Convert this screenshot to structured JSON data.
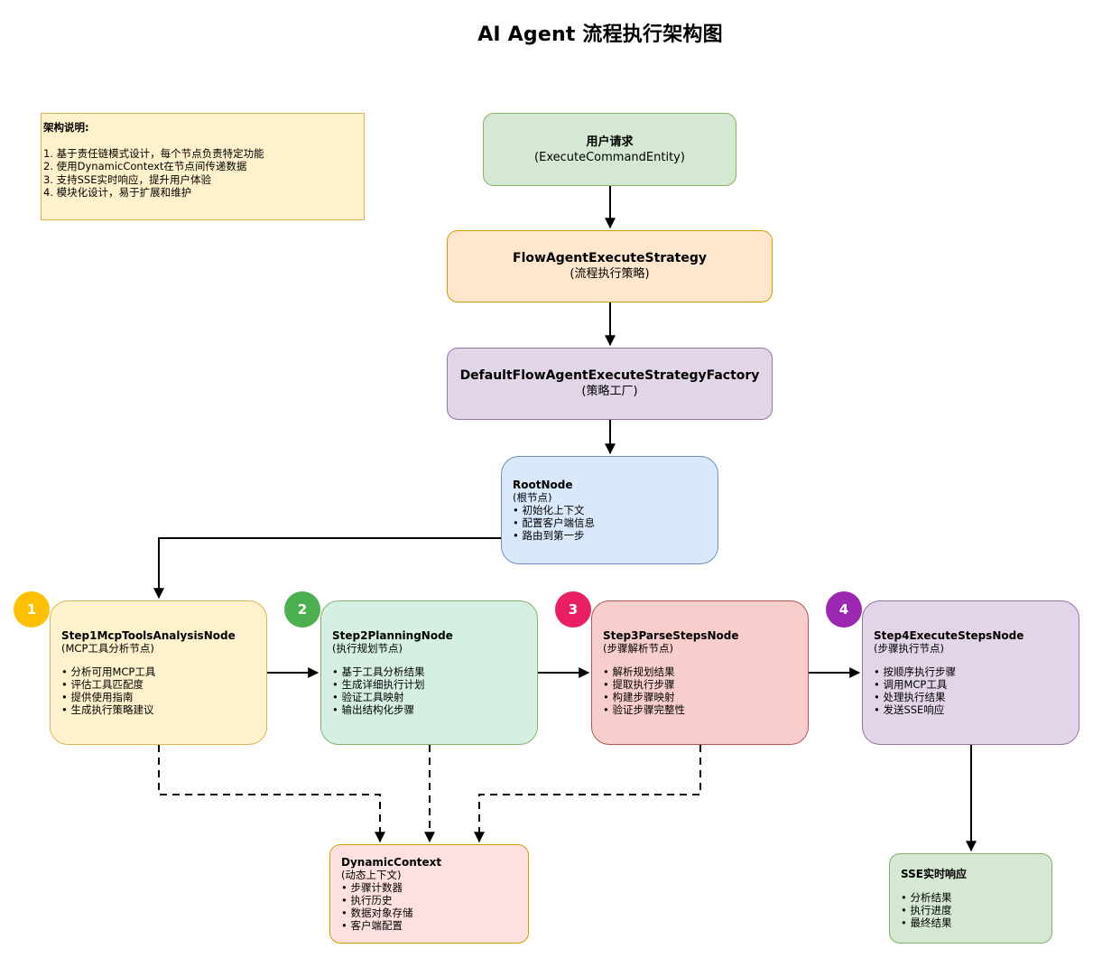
{
  "title": "AI Agent 流程执行架构图",
  "colors": {
    "green_fill": "#d5e8d4",
    "green_border": "#82b366",
    "orange_fill": "#ffe6cc",
    "orange_border": "#d79b00",
    "purple_fill": "#e1d5e7",
    "purple_border": "#9673a6",
    "blue_fill": "#dae8fc",
    "blue_border": "#6c8ebf",
    "yellow_fill": "#fff2cc",
    "yellow_border": "#d6b656",
    "mint_fill": "#d5f0e3",
    "mint_border": "#82b366",
    "red_fill": "#f8cecc",
    "red_border": "#b85450",
    "pink_fill": "#ffe0e0",
    "pink_border": "#d79b00",
    "badge1": "#ffc000",
    "badge2": "#4caf50",
    "badge3": "#e91e63",
    "badge4": "#9c27b0"
  },
  "note": {
    "title": "架构说明:",
    "lines": [
      "1. 基于责任链模式设计，每个节点负责特定功能",
      "2. 使用DynamicContext在节点间传递数据",
      "3. 支持SSE实时响应，提升用户体验",
      "4. 模块化设计，易于扩展和维护"
    ]
  },
  "user_request": {
    "title": "用户请求",
    "sub": "(ExecuteCommandEntity)"
  },
  "strategy": {
    "title": "FlowAgentExecuteStrategy",
    "sub": "(流程执行策略)"
  },
  "factory": {
    "title": "DefaultFlowAgentExecuteStrategyFactory",
    "sub": "(策略工厂)"
  },
  "root": {
    "title": "RootNode",
    "sub": "(根节点)",
    "items": [
      "• 初始化上下文",
      "• 配置客户端信息",
      "• 路由到第一步"
    ]
  },
  "steps": [
    {
      "badge": "1",
      "title": "Step1McpToolsAnalysisNode",
      "sub": "(MCP工具分析节点)",
      "items": [
        "• 分析可用MCP工具",
        "• 评估工具匹配度",
        "• 提供使用指南",
        "• 生成执行策略建议"
      ]
    },
    {
      "badge": "2",
      "title": "Step2PlanningNode",
      "sub": "(执行规划节点)",
      "items": [
        "• 基于工具分析结果",
        "• 生成详细执行计划",
        "• 验证工具映射",
        "• 输出结构化步骤"
      ]
    },
    {
      "badge": "3",
      "title": "Step3ParseStepsNode",
      "sub": "(步骤解析节点)",
      "items": [
        "• 解析规划结果",
        "• 提取执行步骤",
        "• 构建步骤映射",
        "• 验证步骤完整性"
      ]
    },
    {
      "badge": "4",
      "title": "Step4ExecuteStepsNode",
      "sub": "(步骤执行节点)",
      "items": [
        "• 按顺序执行步骤",
        "• 调用MCP工具",
        "• 处理执行结果",
        "• 发送SSE响应"
      ]
    }
  ],
  "context": {
    "title": "DynamicContext",
    "sub": "(动态上下文)",
    "items": [
      "• 步骤计数器",
      "• 执行历史",
      "• 数据对象存储",
      "• 客户端配置"
    ]
  },
  "sse": {
    "title": "SSE实时响应",
    "items": [
      "• 分析结果",
      "• 执行进度",
      "• 最终结果"
    ]
  }
}
